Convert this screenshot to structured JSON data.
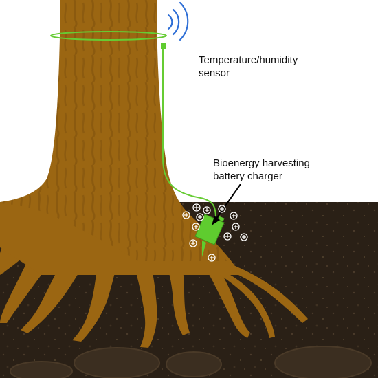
{
  "labels": {
    "sensor_line1": "Temperature/humidity",
    "sensor_line2": "sensor",
    "charger_line1": "Bioenergy harvesting",
    "charger_line2": "battery charger"
  },
  "colors": {
    "sky": "#ffffff",
    "soil": "#2a2016",
    "bark": "#9b6612",
    "bark_pattern": "#8a5a10",
    "device_green": "#5fcc2f",
    "wire_green": "#66cc33",
    "signal_blue": "#2f6fd6",
    "ion": "#ffffff",
    "pointer": "#000000"
  },
  "icons": [
    "wireless-signal-icon",
    "positive-ion-icon",
    "pointer-arrow-icon"
  ],
  "ion_symbol": "+"
}
